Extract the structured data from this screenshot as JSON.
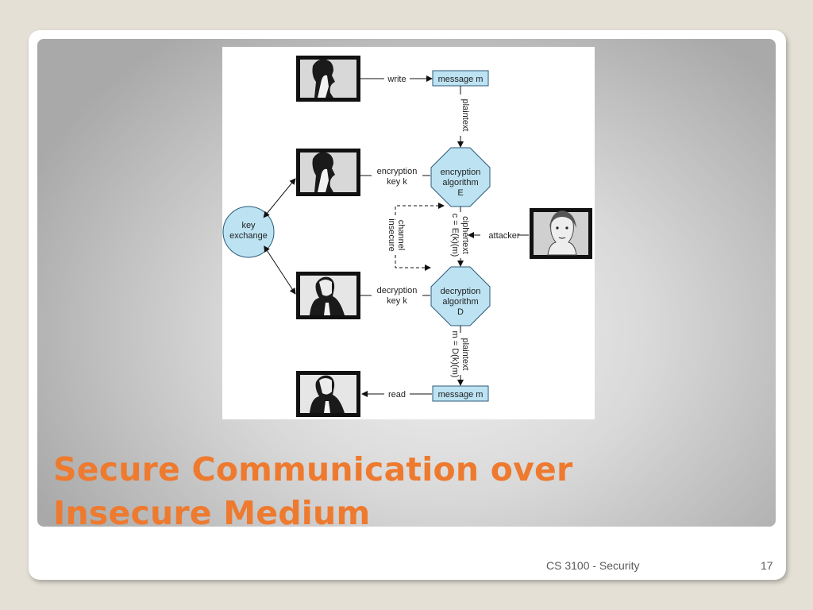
{
  "slide": {
    "title": "Secure Communication over Insecure Medium",
    "footer_course": "CS 3100 - Security",
    "page_number": "17"
  },
  "diagram": {
    "write": "write",
    "message_top": "message m",
    "plaintext_top": "plaintext",
    "encryption_key_line1": "encryption",
    "encryption_key_line2": "key k",
    "enc_line1": "encryption",
    "enc_line2": "algorithm",
    "enc_line3": "E",
    "key_exchange_line1": "key",
    "key_exchange_line2": "exchange",
    "insecure_line1": "insecure",
    "insecure_line2": "channel",
    "ciphertext": "ciphertext",
    "cipher_formula": "c = E(k)(m)",
    "attacker": "attacker",
    "decryption_key_line1": "decryption",
    "decryption_key_line2": "key k",
    "dec_line1": "decryption",
    "dec_line2": "algorithm",
    "dec_line3": "D",
    "plaintext_bottom": "plaintext",
    "plain_formula": "m = D(k)(m)",
    "read": "read",
    "message_bottom": "message m"
  },
  "colors": {
    "title": "#ee7a2f",
    "shape_fill": "#bde3f3",
    "shape_stroke": "#2a5a78"
  }
}
